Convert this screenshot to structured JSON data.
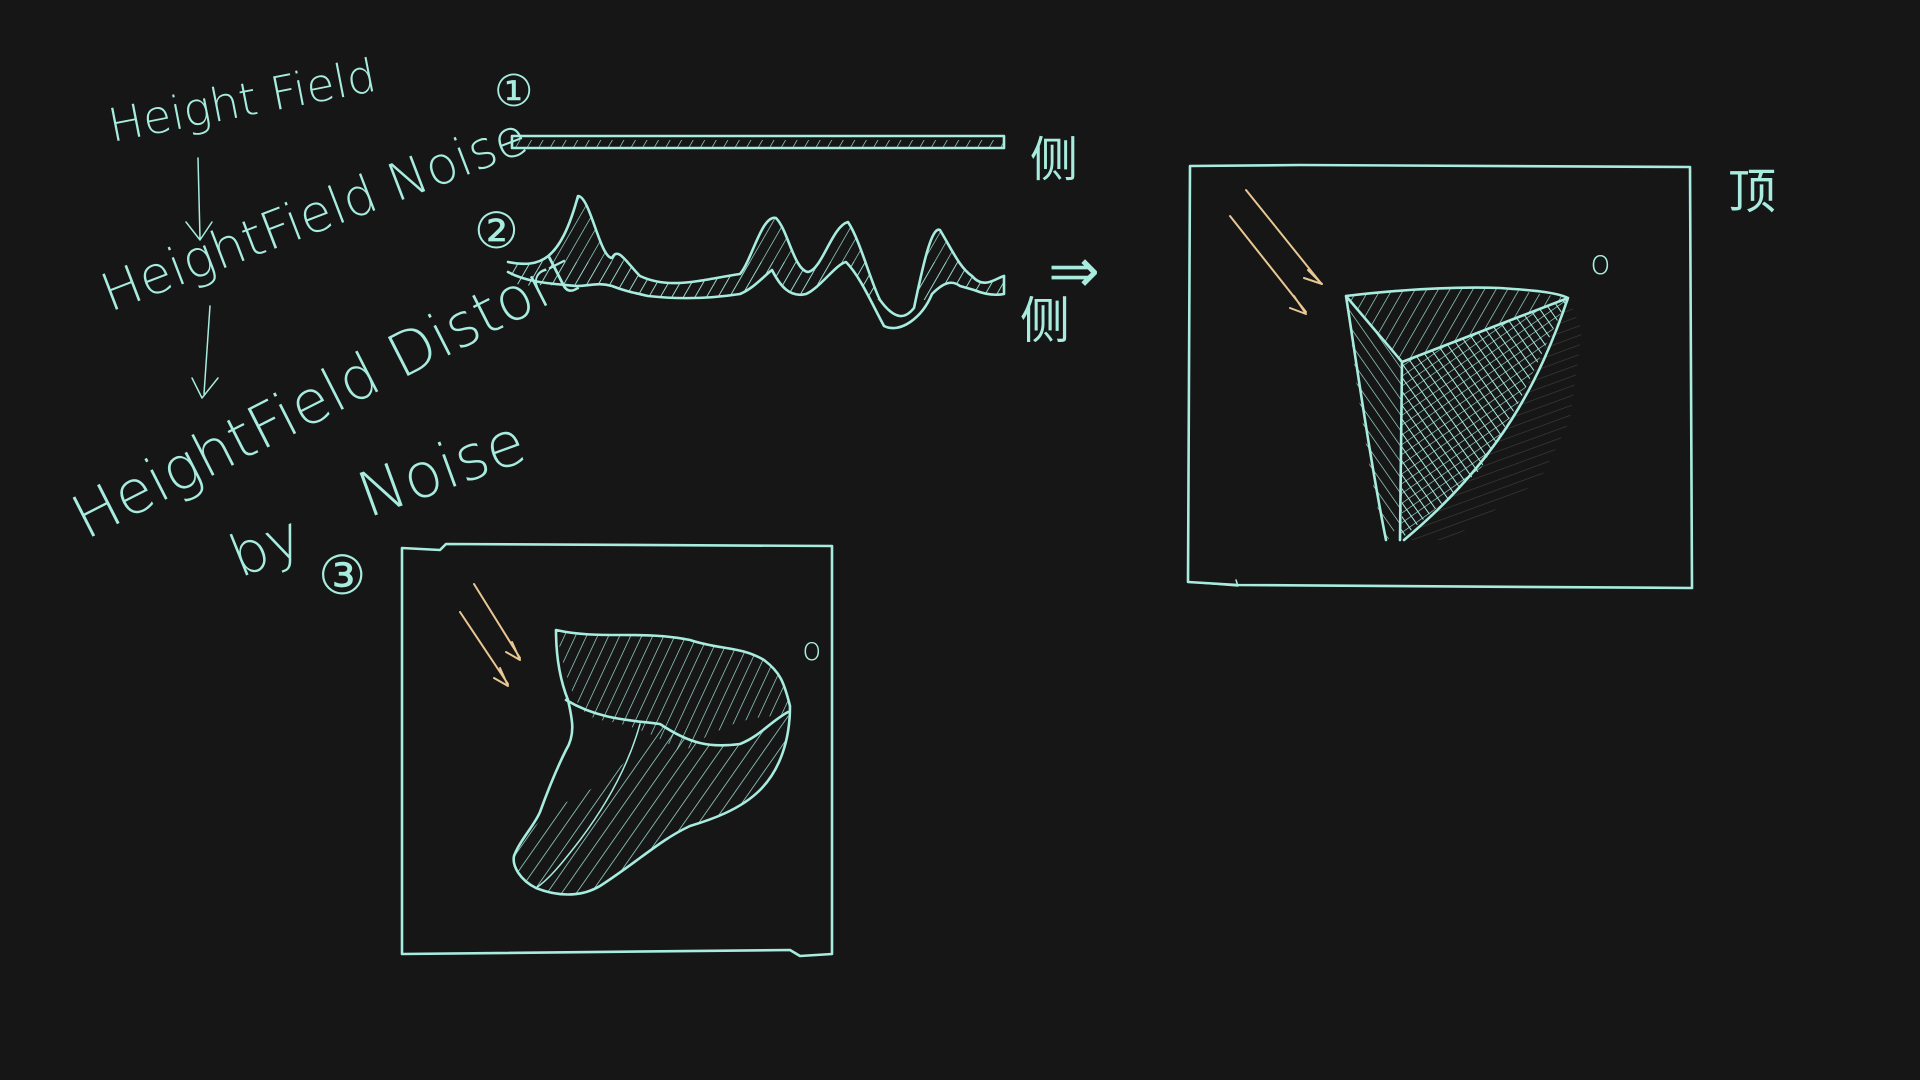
{
  "labels": {
    "step1_title": "Height Field",
    "step2_title": "HeightField Noise",
    "step3_title_line1": "HeightField Distort",
    "step3_title_line2_by": "by",
    "step3_title_line2_noise": "Noise",
    "marker_1": "①",
    "marker_2": "②",
    "marker_3": "③",
    "side_view_1": "侧",
    "side_view_2": "侧",
    "top_view": "顶",
    "result_arrow": "⇒",
    "sun_marker_top": "o",
    "sun_marker_bottom": "o"
  },
  "colors": {
    "background": "#161616",
    "ink": "#a8ecdf",
    "light_arrow": "#e9c792",
    "shadow": "#3a3d3c"
  }
}
